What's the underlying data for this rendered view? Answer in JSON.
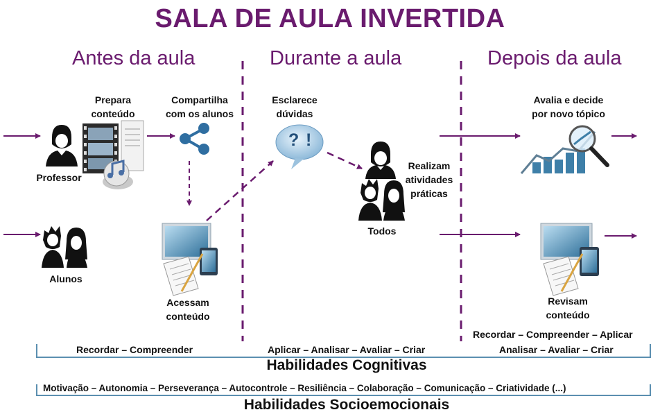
{
  "title": "SALA DE AULA INVERTIDA",
  "phases": {
    "before": "Antes da aula",
    "during": "Durante a aula",
    "after": "Depois da aula"
  },
  "labels": {
    "professor": "Professor",
    "prepara": "Prepara",
    "conteudo1": "conteúdo",
    "compartilha": "Compartilha",
    "com_alunos": "com os alunos",
    "alunos": "Alunos",
    "acessam": "Acessam",
    "conteudo2": "conteúdo",
    "esclarece": "Esclarece",
    "duvidas": "dúvidas",
    "realizam": "Realizam",
    "atividades": "atividades",
    "praticas": "práticas",
    "todos": "Todos",
    "avalia": "Avalia e decide",
    "por_novo": "por novo tópico",
    "revisam": "Revisam",
    "conteudo3": "conteúdo",
    "question_mark": "?",
    "exclamation": "!"
  },
  "skills": {
    "cog_before": "Recordar –  Compreender",
    "cog_during": "Aplicar –  Analisar – Avaliar –  Criar",
    "cog_after_line1": "Recordar –   Compreender – Aplicar",
    "cog_after_line2": "Analisar – Avaliar – Criar",
    "cognitive_title": "Habilidades Cognitivas",
    "socio_list": "Motivação – Autonomia – Perseverança –  Autocontrole – Resiliência – Colaboração  –  Comunicação – Criatividade  (...)",
    "socio_title": "Habilidades Socioemocionais"
  },
  "colors": {
    "purple": "#6a1b6e",
    "bracket": "#5b8fb0",
    "icon_black": "#111111",
    "monitor": "#3e7fa8"
  }
}
